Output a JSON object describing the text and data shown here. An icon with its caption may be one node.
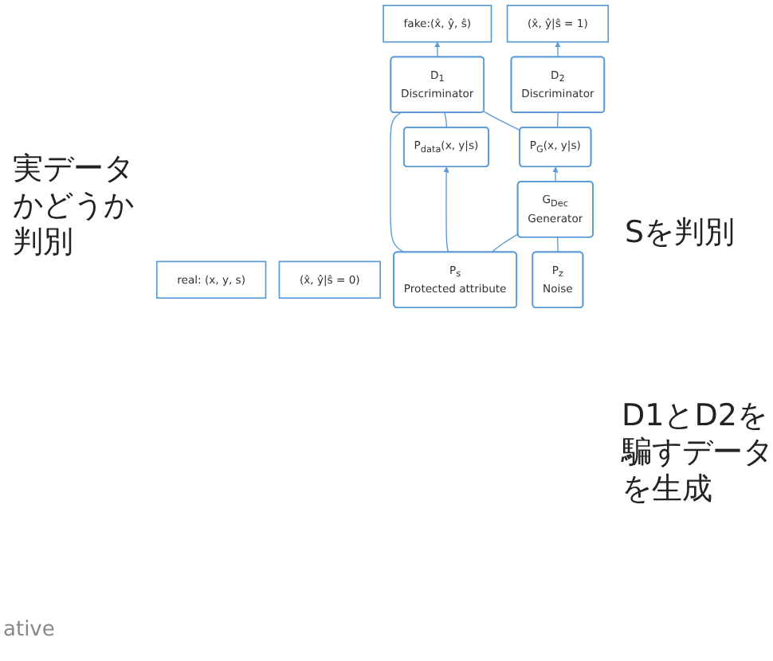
{
  "diagram": {
    "nodes": [
      {
        "text": [
          "real: (x, y, s)"
        ]
      },
      {
        "text": [
          "fake:(x̂, ŷ, ŝ)"
        ]
      },
      {
        "text": [
          "(x̂, ŷ|ŝ = 0)"
        ]
      },
      {
        "text": [
          "(x̂, ŷ|ŝ = 1)"
        ]
      },
      {
        "text": [
          "D$_{1}$",
          "Discriminator"
        ]
      },
      {
        "text": [
          "D$_{2}$",
          "Discriminator"
        ]
      },
      {
        "text": [
          "P$_{data}$(x, y|s)"
        ]
      },
      {
        "text": [
          "P$_{G}$(x, y|s)"
        ]
      },
      {
        "text": [
          "G$_{Dec}$",
          "Generator"
        ]
      },
      {
        "text": [
          "P$_{s}$",
          "Protected attribute"
        ]
      },
      {
        "text": [
          "P$_{z}$",
          "Noise"
        ]
      }
    ],
    "edges": [
      {
        "from": 4,
        "to": 1,
        "arrow": "to"
      },
      {
        "from": 5,
        "to": 3,
        "arrow": "to"
      },
      {
        "from": 6,
        "to": 4,
        "arrow": "none"
      },
      {
        "from": 7,
        "to": 4,
        "arrow": "none"
      },
      {
        "from": 7,
        "to": 5,
        "arrow": "none"
      },
      {
        "from": 9,
        "to": 4,
        "arrow": "none"
      },
      {
        "from": 9,
        "to": 6,
        "arrow": "to"
      },
      {
        "from": 8,
        "to": 7,
        "arrow": "to"
      },
      {
        "from": 9,
        "to": 8,
        "arrow": "none"
      },
      {
        "from": 10,
        "to": 8,
        "arrow": "none"
      }
    ],
    "labels": [
      "実データかどうか判別",
      "Sを判別",
      "D1とD2を騙すデータを生成",
      "ative"
    ]
  }
}
